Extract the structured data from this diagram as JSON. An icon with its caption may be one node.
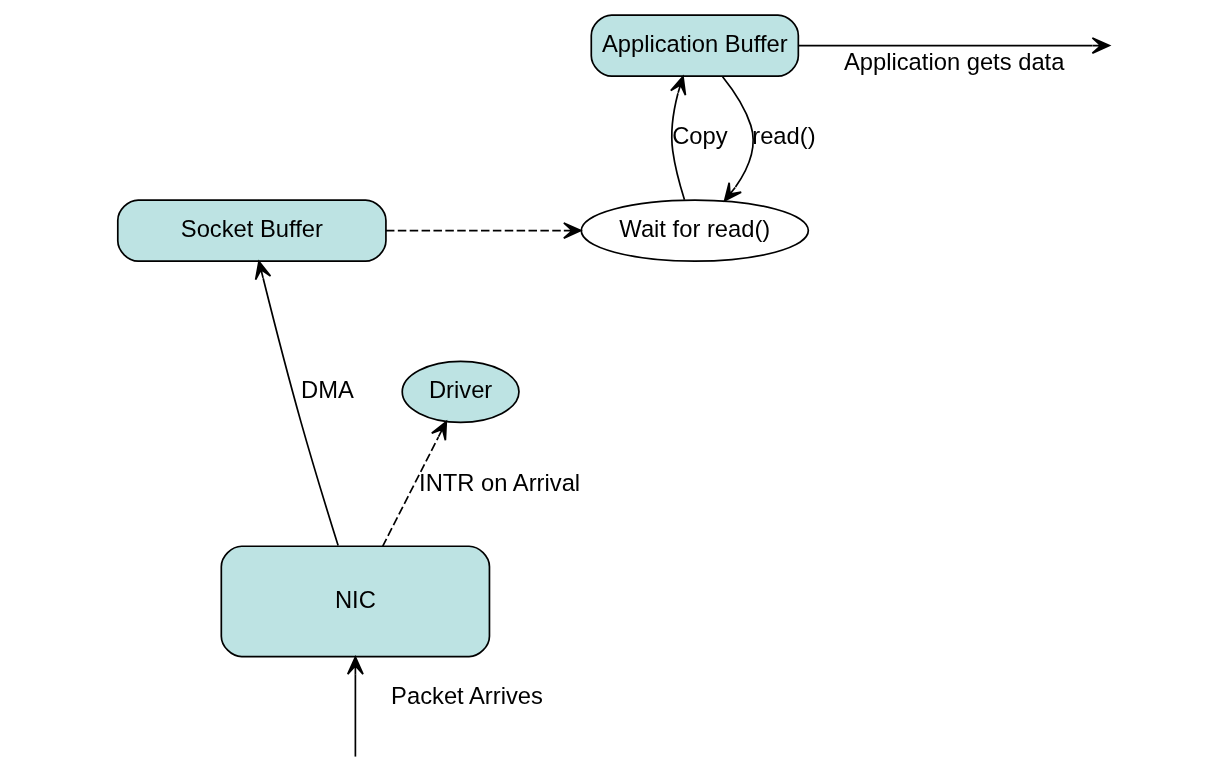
{
  "diagram": {
    "nodes": [
      {
        "text": [
          "Application Buffer"
        ]
      },
      {
        "text": [
          "Socket Buffer"
        ]
      },
      {
        "text": [
          "Wait for read()"
        ]
      },
      {
        "text": [
          "Driver"
        ]
      },
      {
        "text": [
          "NIC"
        ]
      }
    ],
    "edges": [
      {
        "from": 0,
        "to": null,
        "arrow": "to",
        "label": "Application gets data"
      },
      {
        "from": 0,
        "to": 2,
        "arrow": "to",
        "label": "read()"
      },
      {
        "from": 2,
        "to": 0,
        "arrow": "to",
        "label": "Copy"
      },
      {
        "from": 1,
        "to": 2,
        "arrow": "to",
        "style": "dashed"
      },
      {
        "from": 4,
        "to": 1,
        "arrow": "to",
        "label": "DMA"
      },
      {
        "from": 4,
        "to": 3,
        "arrow": "to",
        "label": "INTR on Arrival",
        "style": "dashed"
      },
      {
        "from": null,
        "to": 4,
        "arrow": "to",
        "label": "Packet Arrives"
      }
    ]
  }
}
